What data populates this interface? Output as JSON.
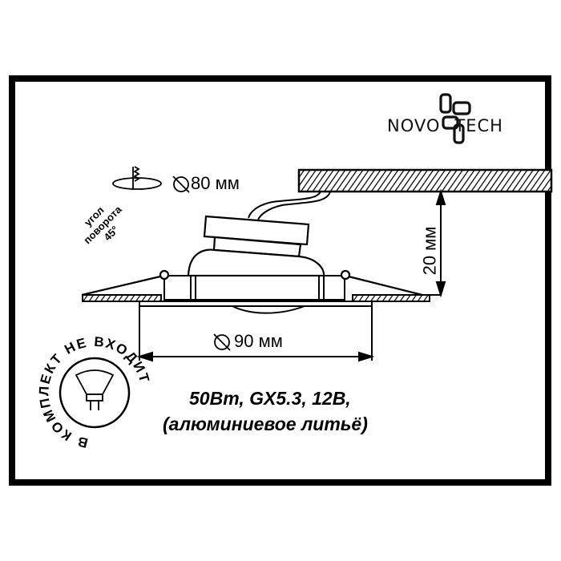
{
  "brand": {
    "logo_text": "NOVOTECH",
    "logo_prefix": "NOVO",
    "logo_suffix": "TECH"
  },
  "dimensions": {
    "cutout_diameter": "80 мм",
    "outer_diameter": "90 мм",
    "depth": "20 мм"
  },
  "rotation": {
    "line1": "угол",
    "line2": "поворота",
    "line3": "45°"
  },
  "lamp_badge": {
    "text": "НЕ ВХОДИТ В КОМПЛЕКТ",
    "circular_text": "В КОМПЛЕКТ НЕ ВХОДИТ"
  },
  "specs": {
    "line1": "50Вт, GX5.3, 12В,",
    "line2": "(алюминиевое литьё)"
  },
  "colors": {
    "ink": "#000000",
    "background": "#ffffff"
  }
}
